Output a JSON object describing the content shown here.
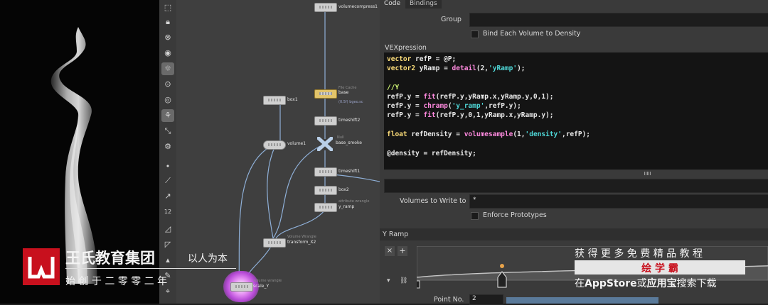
{
  "toolbar": {
    "tools": [
      "select-tool-icon",
      "lock-icon",
      "pin-icon",
      "camera-icon",
      "light-icon",
      "display-icon",
      "snap-icon",
      "magnet-icon",
      "transform-icon",
      "dot-icon",
      "brush-icon",
      "paint-icon",
      "grid-icon",
      "view-icon",
      "ruler-icon"
    ],
    "zoom_label": "12"
  },
  "network": {
    "nodes": [
      {
        "name": "volumecompress1",
        "label": "volumecompress1",
        "sub": "",
        "top": ""
      },
      {
        "name": "base",
        "label": "base",
        "sub": "(0.5f) bgeo.sc",
        "top": "File Cache"
      },
      {
        "name": "box1",
        "label": "box1",
        "sub": "",
        "top": ""
      },
      {
        "name": "timeshift2",
        "label": "timeshift2",
        "sub": "",
        "top": ""
      },
      {
        "name": "volume1",
        "label": "volume1",
        "sub": "",
        "top": ""
      },
      {
        "name": "base_smoke",
        "label": "base_smoke",
        "sub": "",
        "top": "Null"
      },
      {
        "name": "timeshift1",
        "label": "timeshift1",
        "sub": "",
        "top": ""
      },
      {
        "name": "box2",
        "label": "box2",
        "sub": "",
        "top": ""
      },
      {
        "name": "y_ramp",
        "label": "y_ramp",
        "sub": "",
        "top": "attribute wrangle"
      },
      {
        "name": "transform_x2",
        "label": "transform_X2",
        "sub": "",
        "top": "Volume Wrangle"
      },
      {
        "name": "scale_y",
        "label": "scale_Y",
        "sub": "",
        "top": "volume wrangle"
      }
    ]
  },
  "params": {
    "tabs": [
      "Code",
      "Bindings"
    ],
    "group_label": "Group",
    "bind_each_label": "Bind Each Volume to Density",
    "vex_label": "VEXpression",
    "code_lines": [
      "vector refP = @P;",
      "vector2 yRamp = detail(2,'yRamp');",
      "",
      "//Y",
      "refP.y = fit(refP.y,yRamp.x,yRamp.y,0,1);",
      "refP.y = chramp('y_ramp',refP.y);",
      "refP.y = fit(refP.y,0,1,yRamp.x,yRamp.y);",
      "",
      "float refDensity = volumesample(1,'density',refP);",
      "",
      "@density = refDensity;"
    ],
    "volumes_label": "Volumes to Write to",
    "volumes_value": "*",
    "enforce_label": "Enforce Prototypes",
    "ramp_label": "Y Ramp",
    "point_no_label": "Point No.",
    "point_no_value": "2",
    "ramp_buttons": [
      "×",
      "+"
    ]
  },
  "watermark": {
    "brand_name": "王氏教育集团",
    "slogan": "以人为本",
    "founded": "始 创 于 二 零 零 二 年",
    "promo_line1": "获 得 更 多 免 费 精 品 教 程",
    "promo_brand": "绘 学 霸",
    "promo_line3_a": "在",
    "promo_line3_b": "AppStore",
    "promo_line3_c": "或",
    "promo_line3_d": "应用宝",
    "promo_line3_e": "搜索下载"
  },
  "colors": {
    "keyword": "#ffdf7a",
    "function": "#ff8adf",
    "string": "#4fd8d8",
    "comment": "#d7ff78",
    "wire": "#8fb0d8",
    "logo_red": "#c8101d"
  }
}
